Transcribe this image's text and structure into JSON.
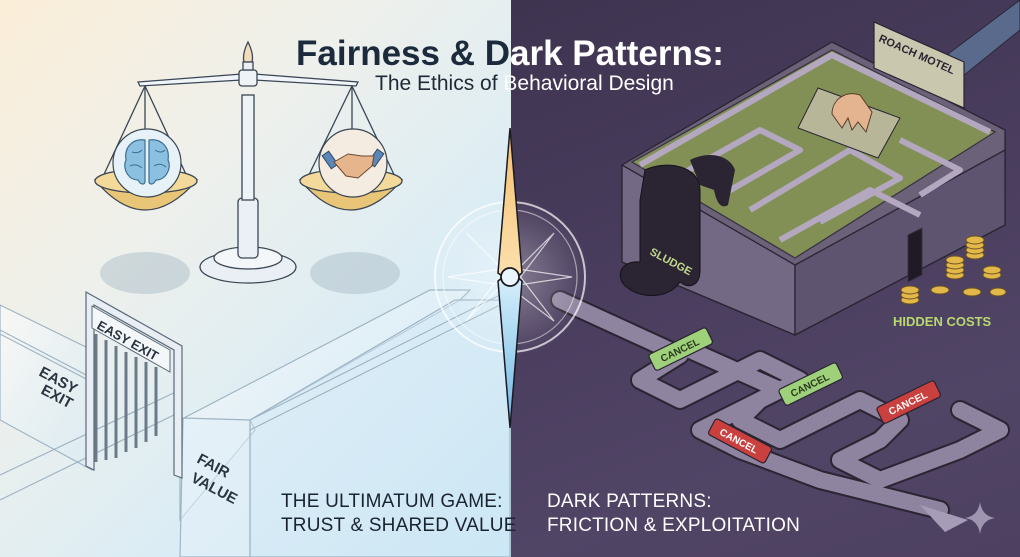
{
  "header": {
    "title_left": "Fairness & D",
    "title_right": "ark Patterns:",
    "subtitle_left": "The Ethics of",
    "subtitle_right": " Behavioral Design"
  },
  "left_panel": {
    "caption_line1": "THE ULTIMATUM GAME:",
    "caption_line2": "TRUST & SHARED VALUE",
    "gate_sign": "EASY EXIT",
    "wall_label_line1": "EASY",
    "wall_label_line2": "EXIT",
    "box_label_line1": "FAIR",
    "box_label_line2": "VALUE",
    "scale_left_icon": "brain-icon",
    "scale_right_icon": "handshake-icon"
  },
  "right_panel": {
    "caption_line1": "DARK PATTERNS:",
    "caption_line2": "FRICTION & EXPLOITATION",
    "roach_motel_sign": "ROACH MOTEL",
    "sludge_label": "SLUDGE",
    "hidden_costs_label": "HIDDEN COSTS",
    "cancel_buttons": [
      {
        "label": "CANCEL",
        "color": "green"
      },
      {
        "label": "CANCEL",
        "color": "green"
      },
      {
        "label": "CANCEL",
        "color": "red"
      },
      {
        "label": "CANCEL",
        "color": "red"
      }
    ]
  },
  "colors": {
    "left_bg_warm": "#fbeed8",
    "left_bg_cool": "#c3e3f4",
    "right_bg": "#4a3d5e",
    "slime_green": "#a6d84a",
    "cancel_green": "#9fd07a",
    "cancel_red": "#c9403e",
    "coin_gold": "#e2b84a",
    "compass_gold": "#f0b45a",
    "compass_blue": "#7fc3ea"
  }
}
